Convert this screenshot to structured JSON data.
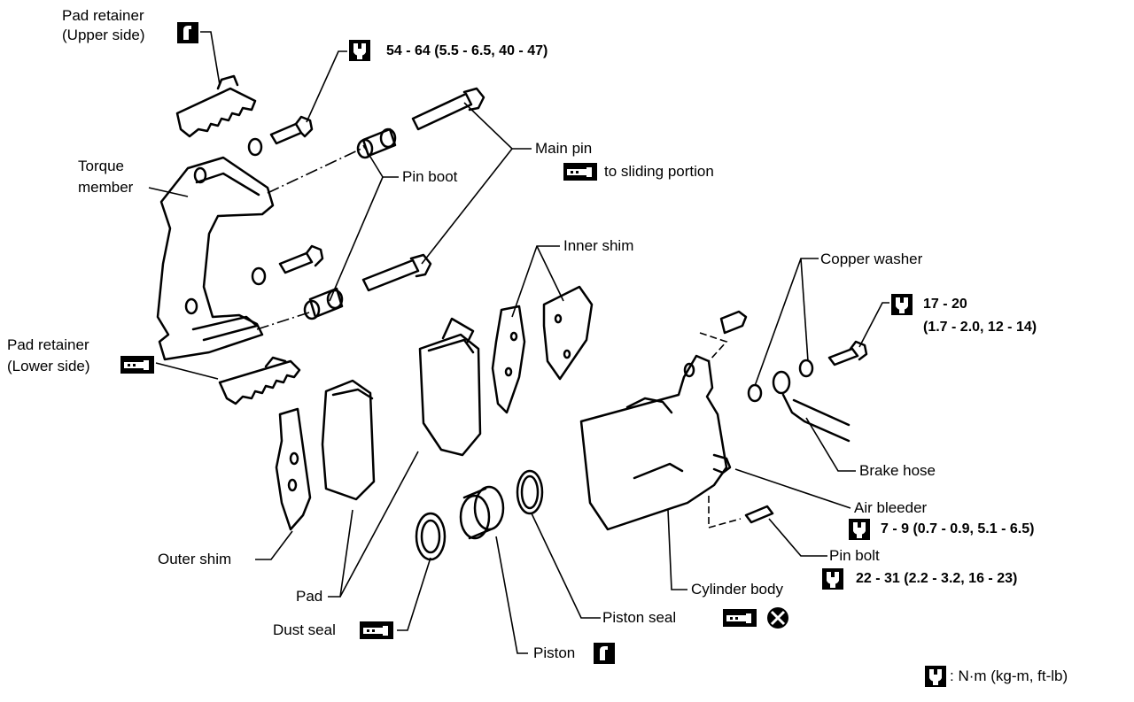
{
  "labels": {
    "pad_retainer_upper_1": "Pad retainer",
    "pad_retainer_upper_2": "(Upper side)",
    "torque_top": "54 - 64 (5.5 - 6.5, 40 - 47)",
    "torque_member_1": "Torque",
    "torque_member_2": "member",
    "main_pin": "Main pin",
    "to_sliding": "to sliding portion",
    "pin_boot": "Pin boot",
    "inner_shim": "Inner shim",
    "copper_washer": "Copper washer",
    "torque_hose_1": "17 - 20",
    "torque_hose_2": "(1.7 - 2.0, 12 - 14)",
    "pad_retainer_lower_1": "Pad retainer",
    "pad_retainer_lower_2": "(Lower side)",
    "brake_hose": "Brake hose",
    "air_bleeder": "Air bleeder",
    "torque_bleeder": "7 - 9 (0.7 - 0.9, 5.1 - 6.5)",
    "pin_bolt": "Pin bolt",
    "torque_pinbolt": "22 - 31 (2.2 - 3.2, 16 - 23)",
    "outer_shim": "Outer shim",
    "cylinder_body": "Cylinder body",
    "pad": "Pad",
    "piston_seal": "Piston seal",
    "dust_seal": "Dust seal",
    "piston": "Piston",
    "legend_units": ": N·m (kg-m, ft-lb)"
  },
  "icons": [
    "wrench-torque-icon",
    "grease-icon",
    "rubber-grease-icon",
    "do-not-reuse-icon"
  ]
}
